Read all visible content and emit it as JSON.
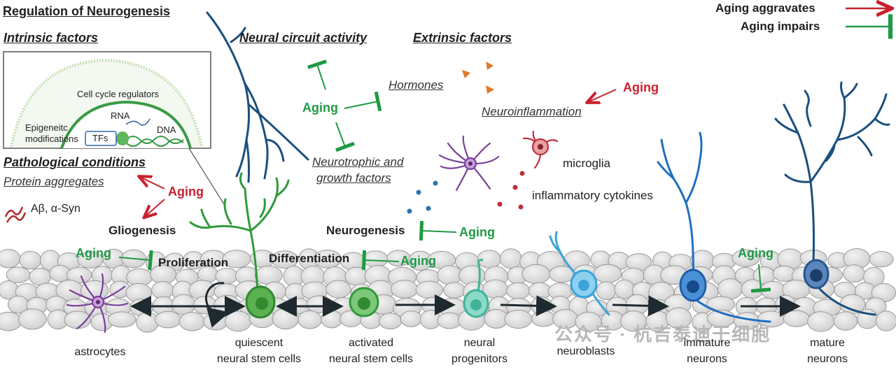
{
  "title": "Regulation of Neurogenesis",
  "legend": {
    "aggravates": "Aging aggravates",
    "impairs": "Aging impairs",
    "aggravates_color": "#c8202e",
    "impairs_color": "#1f9a45"
  },
  "sections": {
    "intrinsic": "Intrinsic factors",
    "circuit": "Neural circuit activity",
    "extrinsic": "Extrinsic factors",
    "pathological": "Pathological conditions"
  },
  "nucleus_inset": {
    "cell_cycle": "Cell cycle regulators",
    "rna": "RNA",
    "epigenetic_line1": "Epigeneitc",
    "epigenetic_line2": "modifications",
    "tfs": "TFs",
    "dna": "DNA"
  },
  "factors": {
    "hormones": "Hormones",
    "neuroinflammation": "Neuroinflammation",
    "neurotrophic_line1": "Neurotrophic and",
    "neurotrophic_line2": "growth factors",
    "protein_aggregates": "Protein aggregates",
    "abeta": "Aβ, α-Syn",
    "microglia": "microglia",
    "cytokines": "inflammatory cytokines"
  },
  "processes": {
    "gliogenesis": "Gliogenesis",
    "proliferation": "Proliferation",
    "differentiation": "Differentiation",
    "neurogenesis": "Neurogenesis"
  },
  "aging_label": "Aging",
  "cells": {
    "astrocytes": "astrocytes",
    "quiescent_line1": "quiescent",
    "quiescent_line2": "neural stem cells",
    "activated_line1": "activated",
    "activated_line2": "neural stem cells",
    "progenitors_line1": "neural",
    "progenitors_line2": "progenitors",
    "neuroblasts": "neuroblasts",
    "immature_line1": "immature",
    "immature_line2": "neurons",
    "mature_line1": "mature",
    "mature_line2": "neurons"
  },
  "watermark": "公众号 · 杭吉泰迪干细胞",
  "colors": {
    "neural_blue": "#1b4f7e",
    "stem_green": "#2f9a3a",
    "progenitor_teal": "#3fb39a",
    "neuroblast_blue": "#3aa4d8",
    "immature_blue": "#1f6fc0",
    "mature_blue": "#27568d",
    "astro_purple": "#7b3f99",
    "micro_red": "#c0303a",
    "tissue_gray": "#d8d8d8"
  }
}
